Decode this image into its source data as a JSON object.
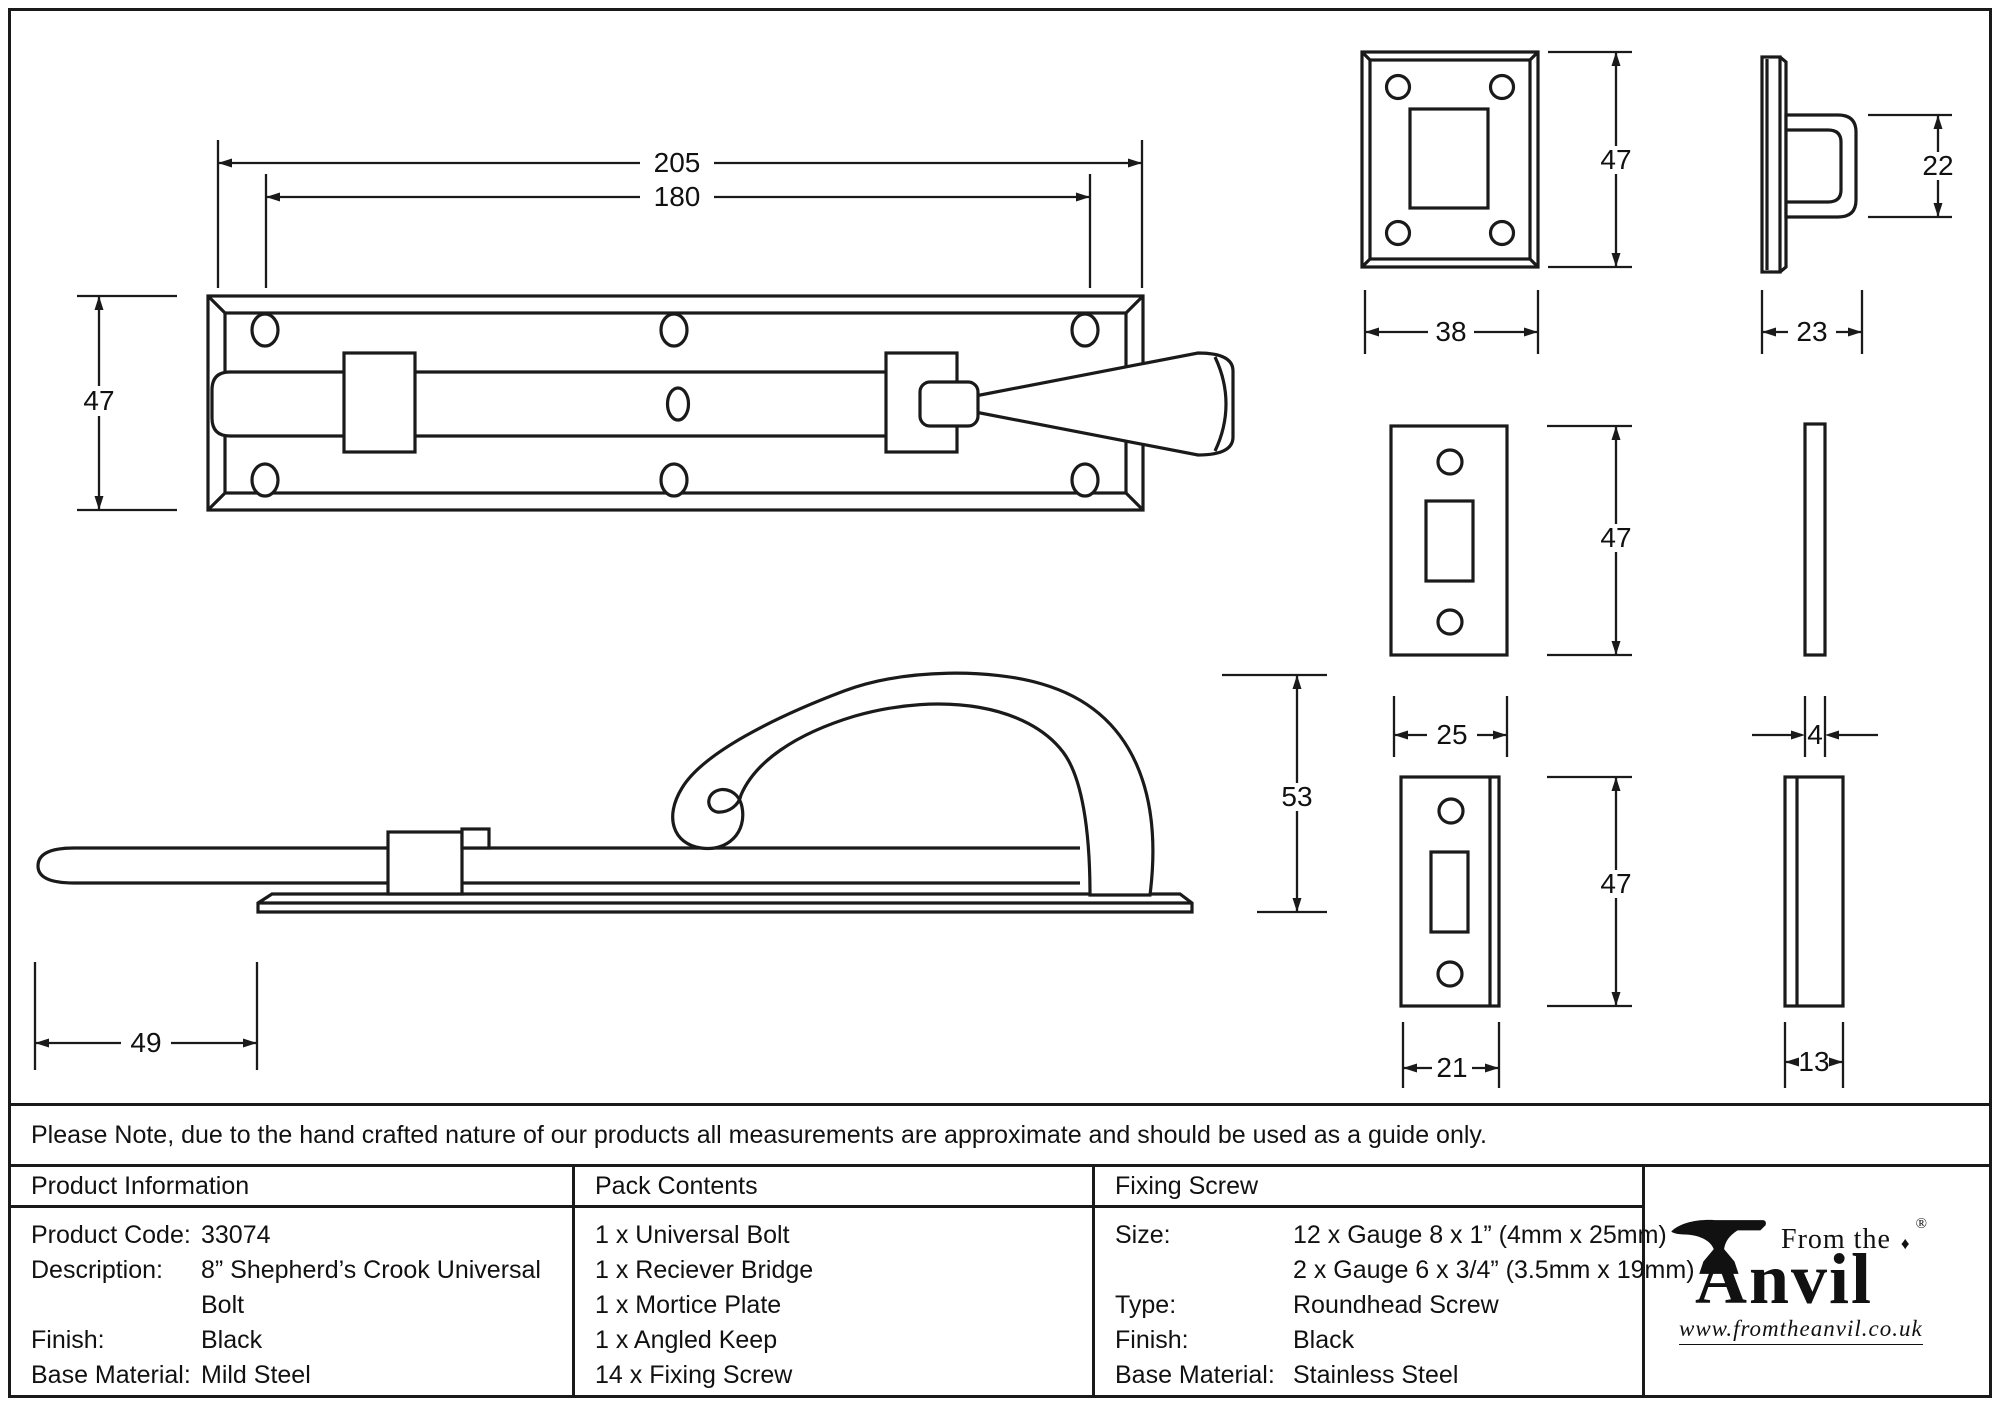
{
  "note": "Please Note, due to the hand crafted nature of our products all measurements are approximate and should be used as a guide only.",
  "drawing": {
    "dims": {
      "bolt_length": "205",
      "bolt_hole_span": "180",
      "bolt_plate_height": "47",
      "bridge_height": "47",
      "bridge_width": "38",
      "bridge_hoop_height": "22",
      "bridge_depth": "23",
      "mortice_height": "47",
      "mortice_width": "25",
      "mortice_thickness": "4",
      "crook_reach": "49",
      "crook_height": "53",
      "keep_width": "21",
      "keep_height": "47",
      "keep_depth": "13"
    }
  },
  "table": {
    "product_information": {
      "title": "Product Information",
      "rows": [
        {
          "label": "Product Code:",
          "value": "33074"
        },
        {
          "label": "Description:",
          "value": "8” Shepherd’s Crook Universal"
        },
        {
          "label": "",
          "value": "Bolt"
        },
        {
          "label": "Finish:",
          "value": "Black"
        },
        {
          "label": "Base Material:",
          "value": "Mild Steel"
        }
      ]
    },
    "pack_contents": {
      "title": "Pack Contents",
      "items": [
        "1 x Universal Bolt",
        "1 x Reciever Bridge",
        "1 x Mortice Plate",
        "1 x Angled Keep",
        "14 x Fixing Screw"
      ]
    },
    "fixing_screw": {
      "title": "Fixing Screw",
      "rows": [
        {
          "label": "Size:",
          "value": "12 x Gauge 8 x 1” (4mm x 25mm)"
        },
        {
          "label": "",
          "value": "2 x Gauge 6 x 3/4” (3.5mm x 19mm)"
        },
        {
          "label": "Type:",
          "value": "Roundhead Screw"
        },
        {
          "label": "Finish:",
          "value": "Black"
        },
        {
          "label": "Base Material:",
          "value": "Stainless Steel"
        }
      ]
    },
    "logo": {
      "tagline": "From the",
      "diamond": "♦",
      "brand": "Anvil",
      "registered": "®",
      "url": "www.fromtheanvil.co.uk"
    }
  }
}
